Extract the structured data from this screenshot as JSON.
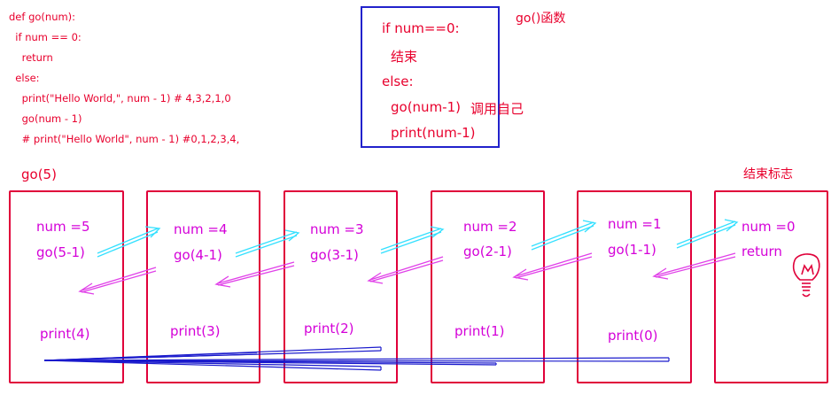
{
  "code_lines": [
    "def go(num):",
    "  if num == 0:",
    "    return",
    "  else:",
    "    print(\"Hello World,\", num - 1) # 4,3,2,1,0",
    "    go(num - 1)",
    "    # print(\"Hello World\", num - 1) #0,1,2,3,4,"
  ],
  "explain": {
    "line1": "if num==0:",
    "line2": "结束",
    "line3": "else:",
    "line4": "go(num-1)",
    "line4_note": "调用自己",
    "line5": "print(num-1)"
  },
  "func_label": "go()函数",
  "start_label": "go(5)",
  "end_label": "结束标志",
  "frames": [
    {
      "num": "num =5",
      "call": "go(5-1)",
      "print": "print(4)"
    },
    {
      "num": "num =4",
      "call": "go(4-1)",
      "print": "print(3)"
    },
    {
      "num": "num =3",
      "call": "go(3-1)",
      "print": "print(2)"
    },
    {
      "num": "num =2",
      "call": "go(2-1)",
      "print": "print(1)"
    },
    {
      "num": "num =1",
      "call": "go(1-1)",
      "print": "print(0)"
    },
    {
      "num": "num =0",
      "call": "return",
      "print": ""
    }
  ],
  "lightbulb_icon": "lightbulb-icon",
  "colors": {
    "code": "#e8002d",
    "frame_border": "#e0003a",
    "frame_text": "#d400d8",
    "explain_border": "#2222cc",
    "call_arrow": "#33e0ff",
    "return_arrow": "#e040e8",
    "print_arrow": "#1a1acc"
  }
}
